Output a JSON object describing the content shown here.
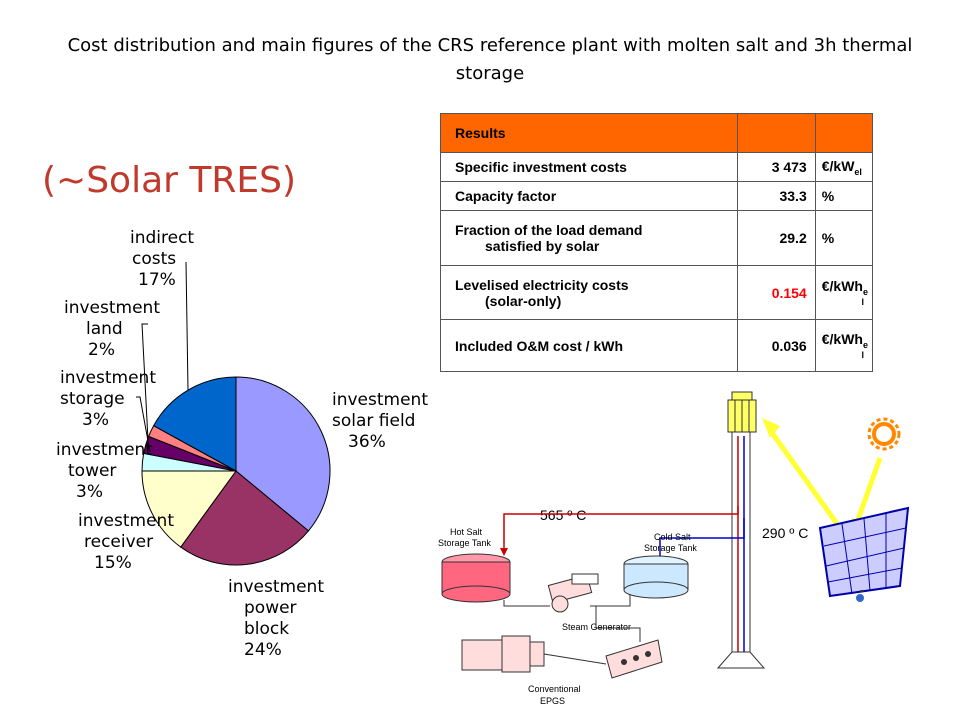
{
  "title": "Cost distribution and main figures of the CRS reference plant with molten salt and 3h thermal storage",
  "subtitle": "(~Solar TRES)",
  "chart_data": {
    "type": "pie",
    "slices": [
      {
        "name_lines": [
          "investment",
          "solar field",
          "36%"
        ],
        "label": "investment solar field",
        "value": 36,
        "color": "#9999ff"
      },
      {
        "name_lines": [
          "investment",
          "power",
          "block",
          "24%"
        ],
        "label": "investment power block",
        "value": 24,
        "color": "#993366"
      },
      {
        "name_lines": [
          "investment",
          "receiver",
          "15%"
        ],
        "label": "investment receiver",
        "value": 15,
        "color": "#ffffcc"
      },
      {
        "name_lines": [
          "investment",
          "tower",
          "3%"
        ],
        "label": "investment tower",
        "value": 3,
        "color": "#ccffff"
      },
      {
        "name_lines": [
          "investment",
          "storage",
          "3%"
        ],
        "label": "investment storage",
        "value": 3,
        "color": "#660066"
      },
      {
        "name_lines": [
          "investment",
          "land",
          "2%"
        ],
        "label": "investment land",
        "value": 2,
        "color": "#ff8080"
      },
      {
        "name_lines": [
          "indirect",
          "costs",
          "17%"
        ],
        "label": "indirect costs",
        "value": 17,
        "color": "#0066cc"
      }
    ]
  },
  "results_table": {
    "header": "Results",
    "rows": [
      {
        "label": "Specific investment costs",
        "value": "3 473",
        "unit": "€/kW",
        "unit_sub": "el"
      },
      {
        "label": "Capacity factor",
        "value": "33.3",
        "unit": "%",
        "unit_sub": ""
      },
      {
        "label_line1": "Fraction of the load demand",
        "label_line2": "satisfied by solar",
        "value": "29.2",
        "unit": "%",
        "unit_sub": ""
      },
      {
        "label_line1": "Levelised electricity costs",
        "label_line2": "(solar-only)",
        "value": "0.154",
        "unit": "€/kWh",
        "unit_sub": "e",
        "unit_sub2": "l"
      },
      {
        "label": "Included O&M cost / kWh",
        "value": "0.036",
        "unit": "€/kWh",
        "unit_sub": "e",
        "unit_sub2": "l"
      }
    ]
  },
  "diagram": {
    "temp_hot": "565 º C",
    "temp_cold": "290 º C",
    "hot_tank_line1": "Hot Salt",
    "hot_tank_line2": "Storage Tank",
    "cold_tank_line1": "Cold Salt",
    "cold_tank_line2": "Storage Tank",
    "steam_generator": "Steam Generator",
    "epgs_line1": "Conventional",
    "epgs_line2": "EPGS"
  }
}
